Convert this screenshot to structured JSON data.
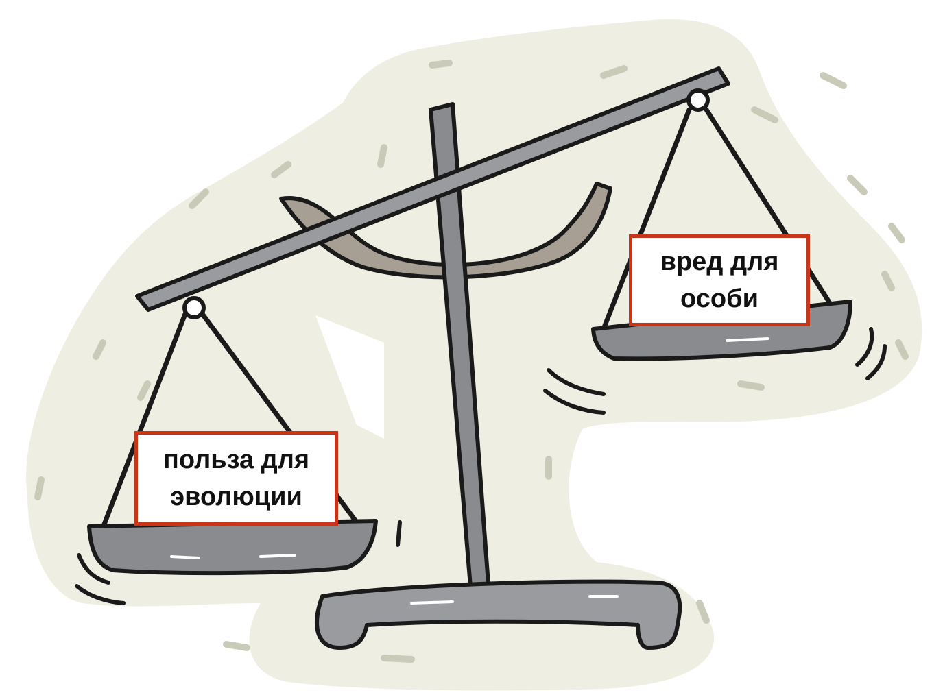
{
  "image": {
    "labels": {
      "left_pan": {
        "line1": "польза для",
        "line2": "эволюции"
      },
      "right_pan": {
        "line1": "вред для",
        "line2": "особи"
      }
    },
    "colors": {
      "background_blob": "#eeeee2",
      "blob_shade": "#c9cbb8",
      "metal": "#8a8b8e",
      "metal_light": "#9a9b9e",
      "counterweight_arc": "#a89f94",
      "outline": "#1a1a1a",
      "label_border": "#c8361a",
      "label_fill": "#ffffff"
    },
    "icons": [
      "balance-scale-illustration"
    ]
  }
}
